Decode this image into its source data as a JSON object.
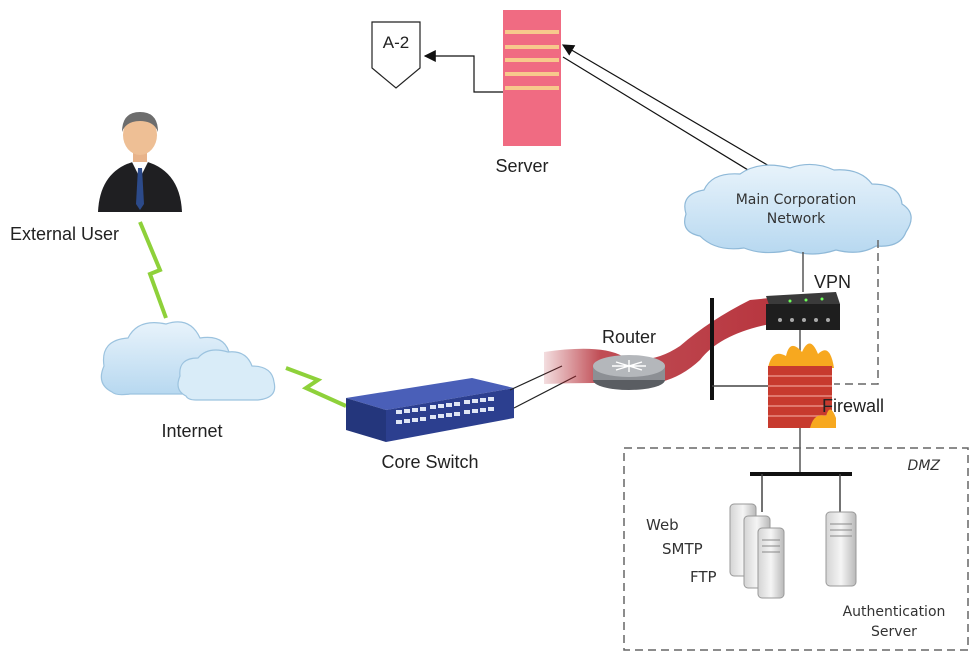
{
  "offpage_connector": {
    "label": "A-2"
  },
  "nodes": {
    "server": "Server",
    "external_user": "External User",
    "internet": "Internet",
    "core_switch": "Core Switch",
    "router": "Router",
    "main_network_line1": "Main Corporation",
    "main_network_line2": "Network",
    "vpn": "VPN",
    "firewall": "Firewall"
  },
  "dmz": {
    "title": "DMZ",
    "server_roles": [
      "Web",
      "SMTP",
      "FTP"
    ],
    "auth_server_line1": "Authentication",
    "auth_server_line2": "Server"
  },
  "colors": {
    "server_body": "#f06b82",
    "server_slot": "#f7c98c",
    "cloud_fill": "#cfe6f7",
    "cloud_stroke": "#8fb9d8",
    "wireless_link": "#8ed13a",
    "switch_body": "#2c3f8f",
    "tunnel": "#b0202a",
    "firewall": "#c73a2e",
    "flame": "#f7a81f",
    "dashed": "#666666"
  },
  "icons": [
    "person-icon",
    "cloud-icon",
    "switch-icon",
    "router-icon",
    "vpn-appliance-icon",
    "firewall-icon",
    "server-rack-icon",
    "offpage-connector-icon"
  ]
}
